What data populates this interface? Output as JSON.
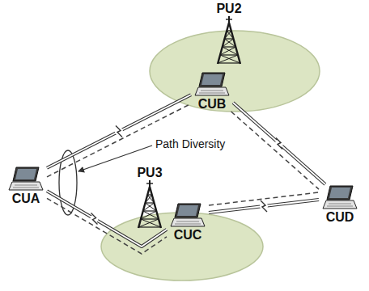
{
  "diagram": {
    "nodes": [
      {
        "text": [
          "PU2"
        ]
      },
      {
        "text": [
          "CUB"
        ]
      },
      {
        "text": [
          "CUA"
        ]
      },
      {
        "text": [
          "CUD"
        ]
      },
      {
        "text": [
          "PU3"
        ]
      },
      {
        "text": [
          "CUC"
        ]
      }
    ],
    "edges": [
      {
        "from": 2,
        "to": 1,
        "arrow": "none"
      },
      {
        "from": 2,
        "to": 1,
        "arrow": "none"
      },
      {
        "from": 1,
        "to": 3,
        "arrow": "none"
      },
      {
        "from": 1,
        "to": 3,
        "arrow": "none"
      },
      {
        "from": 2,
        "to": 5,
        "arrow": "none"
      },
      {
        "from": 2,
        "to": 5,
        "arrow": "none"
      },
      {
        "from": 5,
        "to": 3,
        "arrow": "none"
      },
      {
        "from": 5,
        "to": 3,
        "arrow": "none"
      }
    ],
    "labels": [
      "Path Diversity"
    ]
  }
}
